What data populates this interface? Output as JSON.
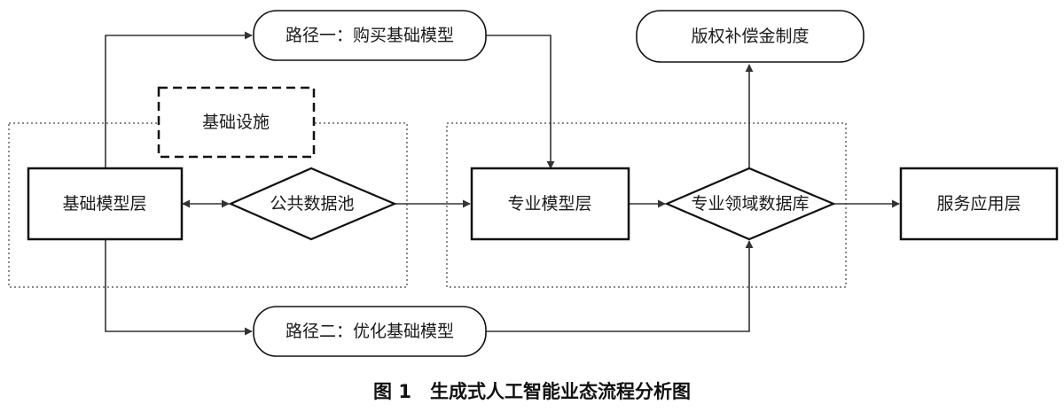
{
  "diagram": {
    "nodes": {
      "foundation_layer": "基础模型层",
      "public_data_pool": "公共数据池",
      "infrastructure": "基础设施",
      "path_one": "路径一：购买基础模型",
      "path_two": "路径二：优化基础模型",
      "professional_layer": "专业模型层",
      "domain_database": "专业领域数据库",
      "copyright_system": "版权补偿金制度",
      "service_layer": "服务应用层"
    },
    "caption": "图 1　生成式人工智能业态流程分析图"
  }
}
